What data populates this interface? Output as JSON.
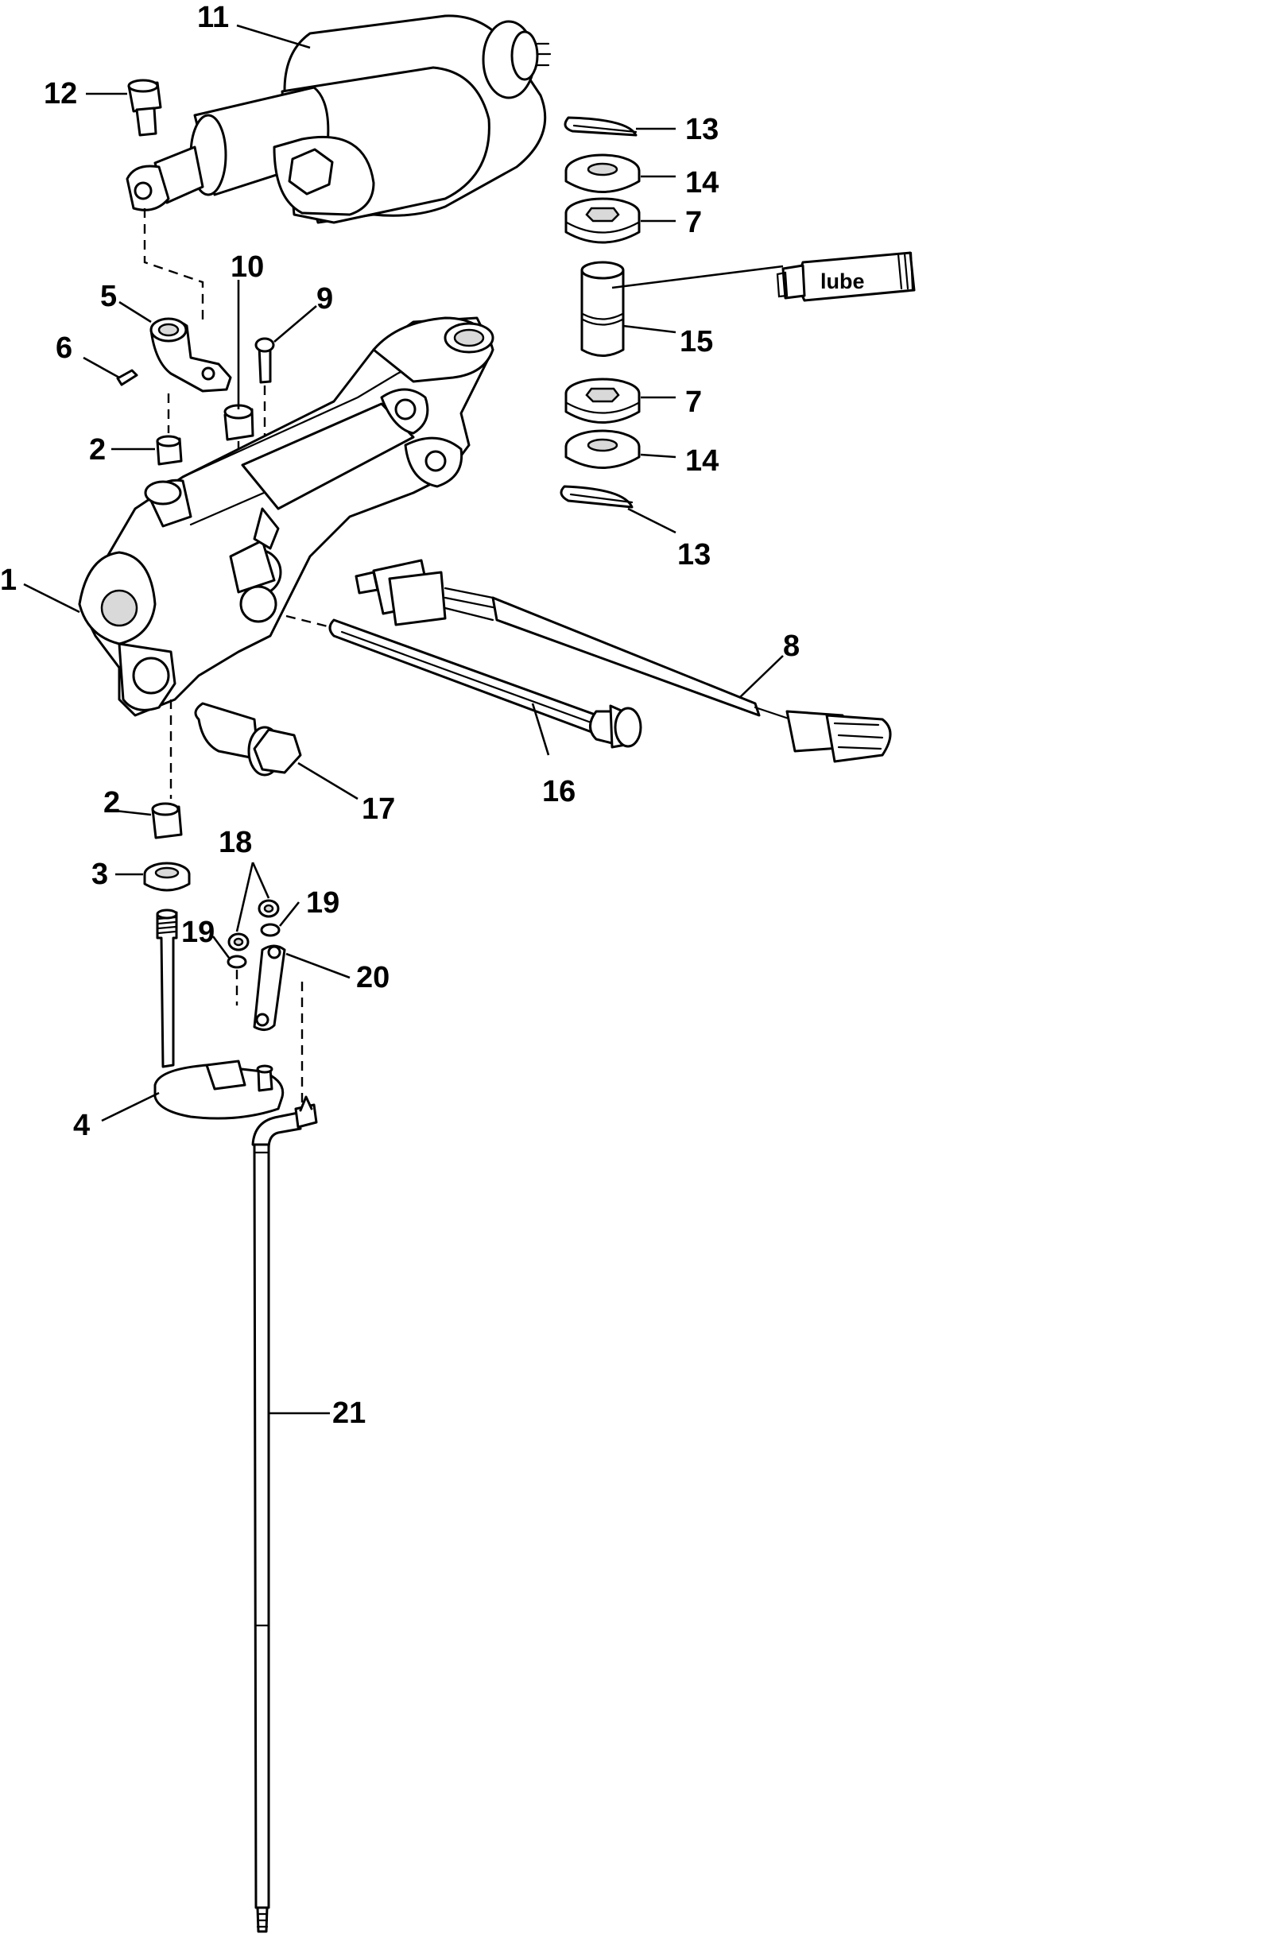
{
  "diagram": {
    "lube_label": "lube",
    "callouts": [
      {
        "id": "c1",
        "label": "1"
      },
      {
        "id": "c2a",
        "label": "2"
      },
      {
        "id": "c2b",
        "label": "2"
      },
      {
        "id": "c3",
        "label": "3"
      },
      {
        "id": "c4",
        "label": "4"
      },
      {
        "id": "c5",
        "label": "5"
      },
      {
        "id": "c6",
        "label": "6"
      },
      {
        "id": "c7a",
        "label": "7"
      },
      {
        "id": "c7b",
        "label": "7"
      },
      {
        "id": "c8",
        "label": "8"
      },
      {
        "id": "c9",
        "label": "9"
      },
      {
        "id": "c10",
        "label": "10"
      },
      {
        "id": "c11",
        "label": "11"
      },
      {
        "id": "c12",
        "label": "12"
      },
      {
        "id": "c13a",
        "label": "13"
      },
      {
        "id": "c13b",
        "label": "13"
      },
      {
        "id": "c14a",
        "label": "14"
      },
      {
        "id": "c14b",
        "label": "14"
      },
      {
        "id": "c15",
        "label": "15"
      },
      {
        "id": "c16",
        "label": "16"
      },
      {
        "id": "c17",
        "label": "17"
      },
      {
        "id": "c18",
        "label": "18"
      },
      {
        "id": "c19a",
        "label": "19"
      },
      {
        "id": "c19b",
        "label": "19"
      },
      {
        "id": "c20",
        "label": "20"
      },
      {
        "id": "c21",
        "label": "21"
      }
    ]
  }
}
